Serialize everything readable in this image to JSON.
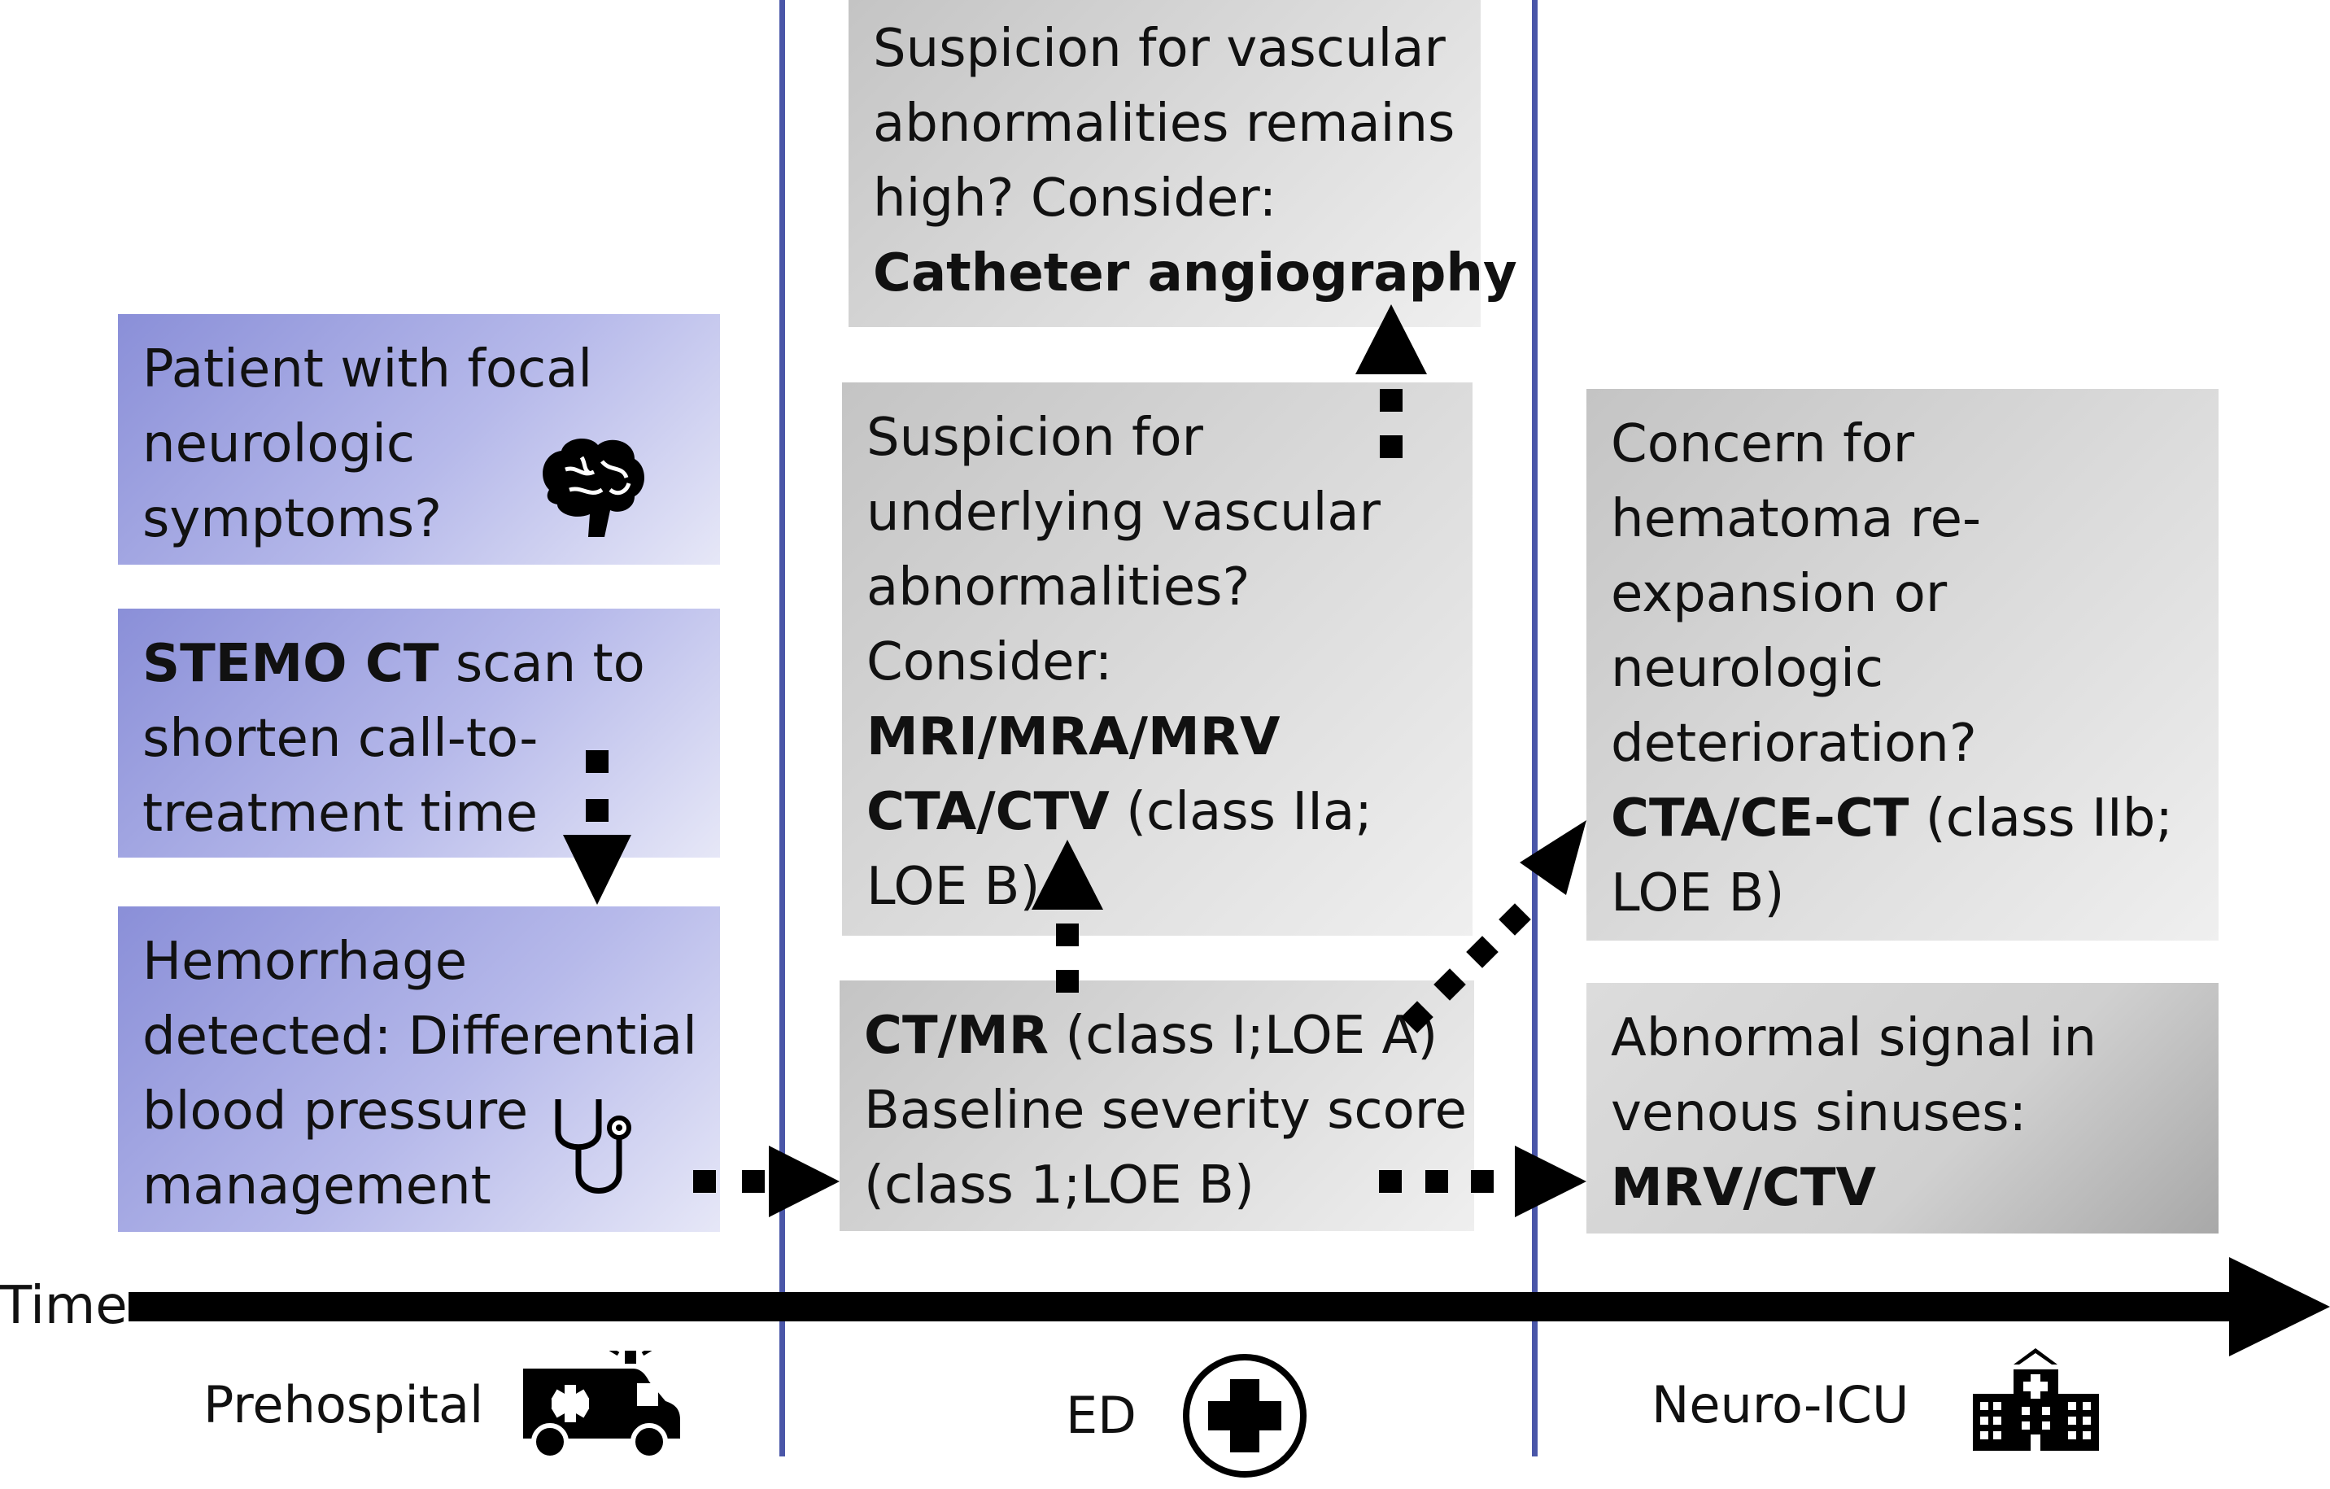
{
  "boxes": {
    "focal": {
      "lines": [
        "Patient with focal",
        "neurologic",
        "symptoms?"
      ]
    },
    "stemo": {
      "bold": "STEMO CT",
      "lines": [
        " scan to",
        "shorten call-to-",
        "treatment time"
      ]
    },
    "hemorrhage": {
      "lines": [
        "Hemorrhage",
        "detected: Differential",
        "blood pressure",
        "management"
      ]
    },
    "catheter": {
      "lines": [
        "Suspicion for vascular",
        "abnormalities remains",
        "high? Consider:"
      ],
      "bold": "Catheter angiography"
    },
    "vascular": {
      "lines": [
        "Suspicion for",
        "underlying vascular",
        "abnormalities?",
        "Consider:"
      ],
      "bold1": "MRI/MRA/MRV",
      "bold2": "CTA/CTV",
      "rest2": " (class IIa;",
      "last": "LOE B)"
    },
    "ctmr": {
      "bold": "CT/MR",
      "rest1": " (class I;LOE A)",
      "line2": "Baseline severity score",
      "line3": "(class 1;LOE B)"
    },
    "hematoma": {
      "lines": [
        "Concern for",
        "hematoma re-",
        "expansion or",
        "neurologic",
        "deterioration?"
      ],
      "bold": "CTA/CE-CT",
      "rest": " (class IIb;",
      "last": "LOE B)"
    },
    "venous": {
      "lines": [
        "Abnormal signal in",
        "venous sinuses:"
      ],
      "bold": "MRV/CTV"
    }
  },
  "axis": {
    "label": "Time"
  },
  "phases": {
    "prehospital": "Prehospital",
    "ed": "ED",
    "icu": "Neuro-ICU"
  },
  "icons": [
    "brain-icon",
    "stethoscope-icon",
    "ambulance-icon",
    "medical-cross-icon",
    "hospital-icon"
  ],
  "colors": {
    "phase_divider": "#4a56a8",
    "blue_box": "#8a8fd8",
    "grey_box": "#cfcfcf",
    "arrow": "#000000"
  }
}
